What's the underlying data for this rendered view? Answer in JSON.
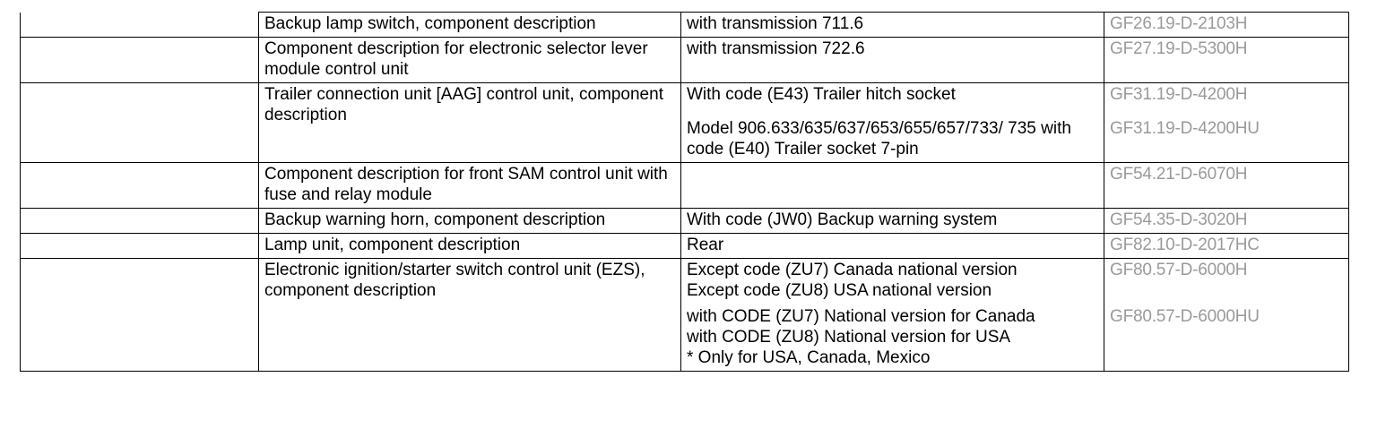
{
  "rows": [
    {
      "component": "Backup lamp switch, component description",
      "condition": [
        "with transmission 711.6"
      ],
      "ref": [
        "GF26.19-D-2103H"
      ]
    },
    {
      "component": "Component description for electronic selector lever module control unit",
      "condition": [
        "with transmission 722.6"
      ],
      "ref": [
        "GF27.19-D-5300H"
      ]
    },
    {
      "component": "Trailer connection unit [AAG] control unit, component description",
      "condition": [
        "With code (E43) Trailer hitch socket",
        "Model 906.633/635/637/653/655/657/733/ 735 with code (E40) Trailer socket 7-pin"
      ],
      "ref": [
        "GF31.19-D-4200H",
        "GF31.19-D-4200HU"
      ]
    },
    {
      "component": "Component description for front SAM control unit with fuse and relay module",
      "condition": [
        ""
      ],
      "ref": [
        "GF54.21-D-6070H"
      ]
    },
    {
      "component": "Backup warning horn, component description",
      "condition": [
        "With code (JW0) Backup warning system"
      ],
      "ref": [
        "GF54.35-D-3020H"
      ]
    },
    {
      "component": "Lamp unit, component description",
      "condition": [
        "Rear"
      ],
      "ref": [
        "GF82.10-D-2017HC"
      ]
    },
    {
      "component": "Electronic ignition/starter switch control unit (EZS), component description",
      "condition": [
        "Except code (ZU7) Canada national version",
        "Except code (ZU8) USA national version",
        "with CODE (ZU7) National version for Canada",
        "with CODE (ZU8) National version for USA",
        "* Only for USA, Canada, Mexico"
      ],
      "ref": [
        "GF80.57-D-6000H",
        "GF80.57-D-6000HU"
      ]
    }
  ]
}
